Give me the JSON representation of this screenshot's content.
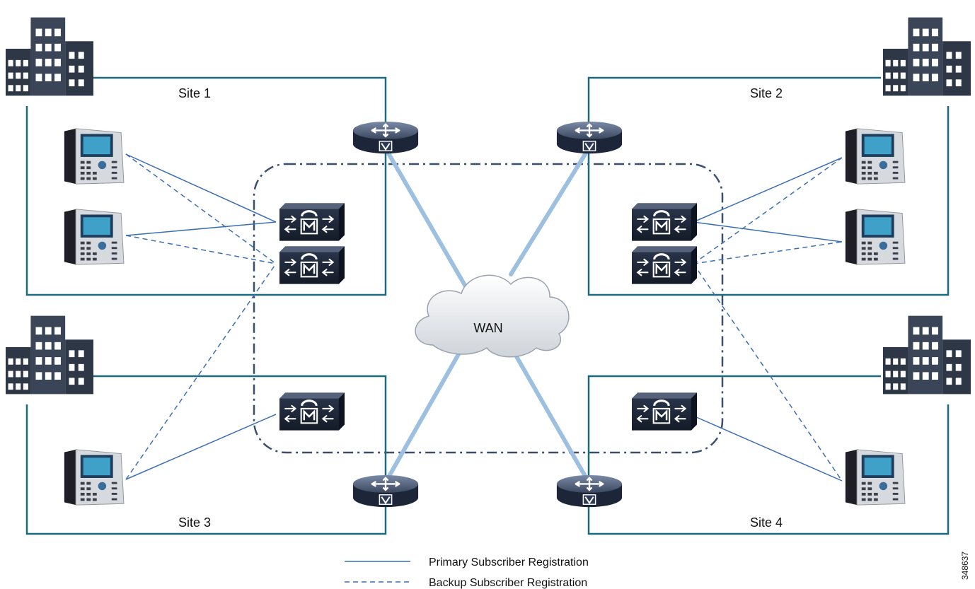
{
  "sites": {
    "site1": "Site 1",
    "site2": "Site 2",
    "site3": "Site 3",
    "site4": "Site 4"
  },
  "wan_label": "WAN",
  "legend": {
    "primary": "Primary Subscriber Registration",
    "backup": "Backup Subscriber Registration"
  },
  "figure_id": "348637",
  "colors": {
    "site_border": "#1b6a7d",
    "registration_line": "#3b6fb6",
    "wan_link": "#9dbfe0",
    "cluster_boundary": "#3a4f6e",
    "device_dark": "#1c2535",
    "building": "#2d3746"
  },
  "icons": {
    "building": "office-building-icon",
    "phone": "ip-phone-icon",
    "router": "voice-router-icon",
    "call_manager": "unified-cm-server-icon",
    "cloud": "wan-cloud-icon"
  }
}
